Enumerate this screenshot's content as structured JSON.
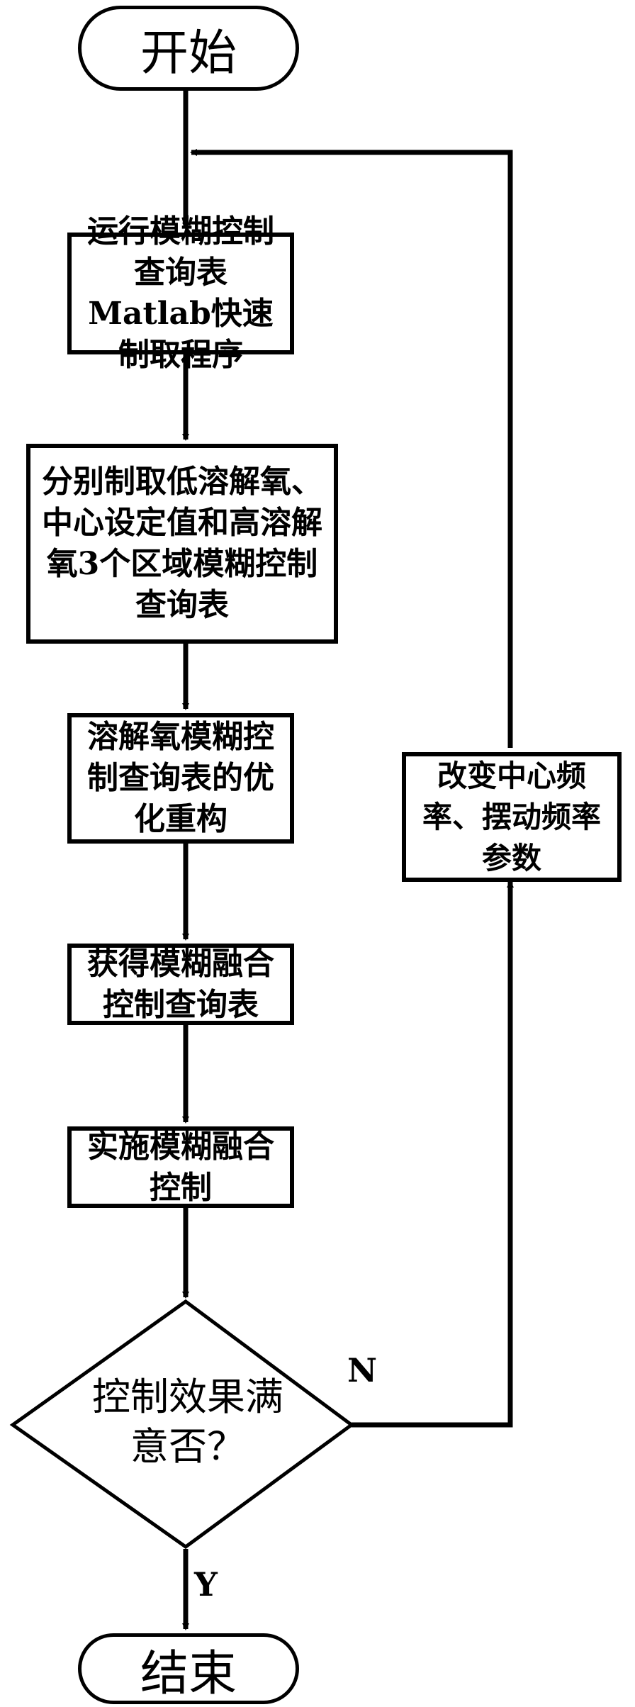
{
  "start": "开始",
  "end": "结束",
  "steps": [
    "运行模糊控制查询表Matlab快速制取程序",
    "分别制取低溶解氧、中心设定值和高溶解氧3个区域模糊控制查询表",
    "溶解氧模糊控制查询表的优化重构",
    "获得模糊融合控制查询表",
    "实施模糊融合控制"
  ],
  "decision": "控制效果满意否？",
  "feedback_step": "改变中心频率、摆动频率参数",
  "labels": {
    "no": "N",
    "yes": "Y"
  }
}
